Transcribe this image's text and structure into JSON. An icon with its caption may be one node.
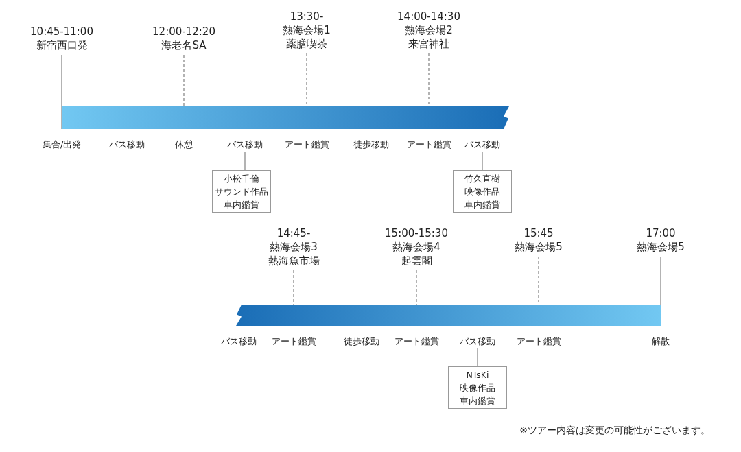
{
  "diagram": {
    "nodes": [
      {
        "text": [
          "10:45-11:00",
          "新宿西口発"
        ]
      },
      {
        "text": [
          "12:00-12:20",
          "海老名SA"
        ]
      },
      {
        "text": [
          "13:30-",
          "熱海会場1",
          "薬膳喫茶"
        ]
      },
      {
        "text": [
          "14:00-14:30",
          "熱海会場2",
          "来宮神社"
        ]
      },
      {
        "text": [],
        "shape": "bar"
      },
      {
        "text": [
          "バス移動"
        ]
      },
      {
        "text": [
          "小松千倫",
          "サウンド作品",
          "車内鑑賞"
        ]
      },
      {
        "text": [
          "バス移動"
        ]
      },
      {
        "text": [
          "竹久直樹",
          "映像作品",
          "車内鑑賞"
        ]
      },
      {
        "text": [
          "14:45-",
          "熱海会場3",
          "熱海魚市場"
        ]
      },
      {
        "text": [
          "15:00-15:30",
          "熱海会場4",
          "起雲閣"
        ]
      },
      {
        "text": [
          "15:45",
          "熱海会場5"
        ]
      },
      {
        "text": [
          "17:00",
          "熱海会場5"
        ]
      },
      {
        "text": [],
        "shape": "bar"
      },
      {
        "text": [
          "バス移動"
        ]
      },
      {
        "text": [
          "NTsKi",
          "映像作品",
          "車内鑑賞"
        ]
      }
    ],
    "edges": [
      {
        "from": 0,
        "to": 4,
        "arrow": "none"
      },
      {
        "from": 1,
        "to": 4,
        "arrow": "none",
        "style": "dashed"
      },
      {
        "from": 2,
        "to": 4,
        "arrow": "none",
        "style": "dashed"
      },
      {
        "from": 3,
        "to": 4,
        "arrow": "none",
        "style": "dashed"
      },
      {
        "from": 5,
        "to": 6,
        "arrow": "none"
      },
      {
        "from": 7,
        "to": 8,
        "arrow": "none"
      },
      {
        "from": 9,
        "to": 13,
        "arrow": "none",
        "style": "dashed"
      },
      {
        "from": 10,
        "to": 13,
        "arrow": "none",
        "style": "dashed"
      },
      {
        "from": 11,
        "to": 13,
        "arrow": "none",
        "style": "dashed"
      },
      {
        "from": 12,
        "to": 13,
        "arrow": "none"
      },
      {
        "from": 14,
        "to": 15,
        "arrow": "none"
      }
    ],
    "labels": [
      "集合/出発",
      "バス移動",
      "休憩",
      "アート鑑賞",
      "徒歩移動",
      "アート鑑賞",
      "バス移動",
      "アート鑑賞",
      "徒歩移動",
      "アート鑑賞",
      "アート鑑賞",
      "解散",
      "※ツアー内容は変更の可能性がございます。"
    ]
  }
}
